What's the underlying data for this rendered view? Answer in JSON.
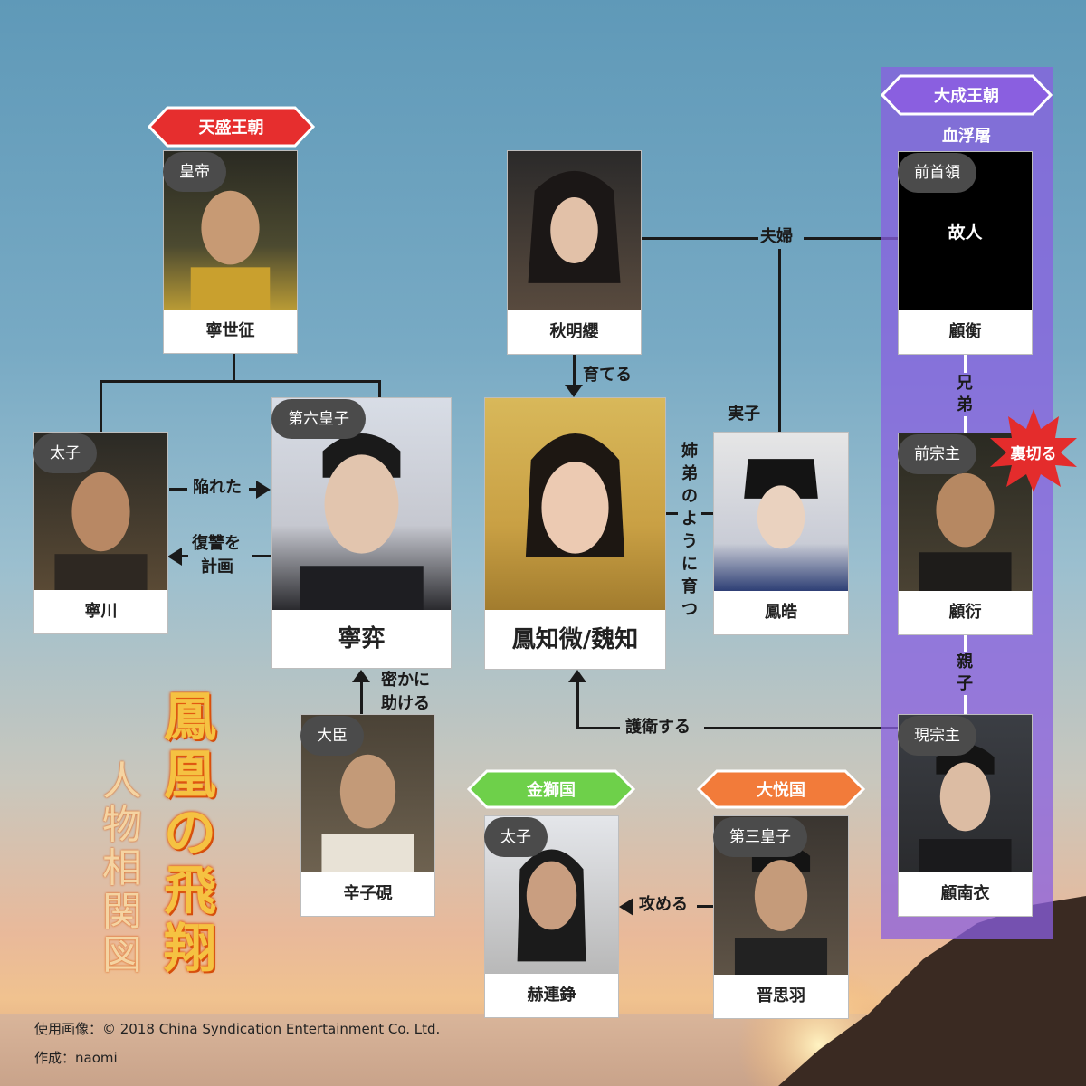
{
  "kingdoms": {
    "tiansheng": {
      "label": "天盛王朝",
      "color": "#e62e2e"
    },
    "dacheng": {
      "label": "大成王朝",
      "color": "#8a5fe0"
    },
    "jinshi": {
      "label": "金獅国",
      "color": "#6ed04a"
    },
    "dayue": {
      "label": "大悦国",
      "color": "#f27b3a"
    }
  },
  "xuefutu_label": "血浮屠",
  "people": {
    "ningshizheng": {
      "role": "皇帝",
      "name": "寧世征"
    },
    "qiumingying": {
      "name": "秋明纓"
    },
    "guheng": {
      "role": "前首領",
      "name": "顧衡",
      "placeholder_text": "故人"
    },
    "ningchuan": {
      "role": "太子",
      "name": "寧川"
    },
    "ningyi": {
      "role": "第六皇子",
      "name": "寧弈"
    },
    "fengzhiwei": {
      "name": "鳳知微/魏知"
    },
    "fenghao": {
      "name": "鳳皓"
    },
    "guyan": {
      "role": "前宗主",
      "name": "顧衍"
    },
    "xinziyan": {
      "role": "大臣",
      "name": "辛子硯"
    },
    "helianzheng": {
      "role": "太子",
      "name": "赫連錚"
    },
    "jinsiyu": {
      "role": "第三皇子",
      "name": "晋思羽"
    },
    "gunanyi": {
      "role": "現宗主",
      "name": "顧南衣"
    }
  },
  "relations": {
    "fufu": "夫婦",
    "sodateru": "育てる",
    "jitsushi": "実子",
    "shitei": [
      "姉",
      "弟",
      "の",
      "よ",
      "う",
      "に",
      "育",
      "つ"
    ],
    "otoshireta": "陥れた",
    "fukushu": "復讐を",
    "keikaku": "計画",
    "hisokani": "密かに",
    "tasukeru": "助ける",
    "goei": "護衛する",
    "semeru": "攻める",
    "kyodai": [
      "兄",
      "弟"
    ],
    "oyako": [
      "親",
      "子"
    ],
    "uragiru": "裏切る"
  },
  "title": {
    "main": [
      "鳳",
      "凰",
      "の",
      "飛",
      "翔"
    ],
    "sub": [
      "人",
      "物",
      "相",
      "関",
      "図"
    ]
  },
  "footer": {
    "credit": "使用画像：© 2018 China Syndication Entertainment Co. Ltd.",
    "author": "作成：naomi"
  }
}
